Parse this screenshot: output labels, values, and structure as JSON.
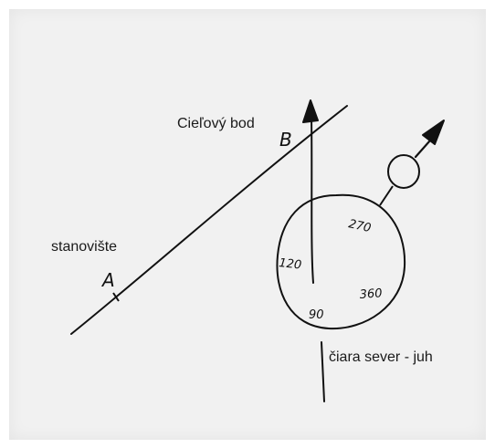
{
  "labels": {
    "target_point": "Cieľový bod",
    "station": "stanovište",
    "meridian_line": "čiara sever - juh"
  },
  "points": {
    "a": "A",
    "b": "B"
  },
  "compass": {
    "marks": [
      "270",
      "120",
      "360",
      "90"
    ]
  },
  "colors": {
    "ink": "#111111",
    "paper": "#f1f1f1"
  }
}
